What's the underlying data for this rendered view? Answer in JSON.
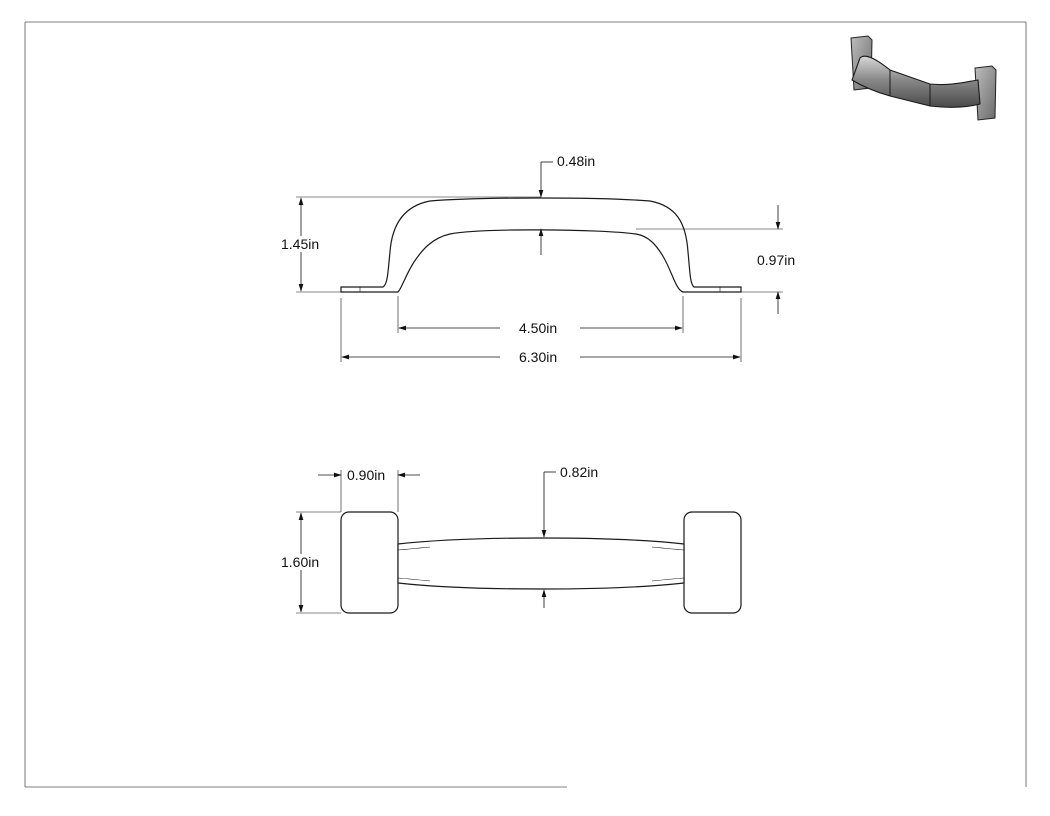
{
  "drawing": {
    "colors": {
      "line": "#111111",
      "part_fill": "#ffffff",
      "shaded_metal": "#7a7a7a"
    },
    "front_view": {
      "dim_top_thickness": "0.48in",
      "dim_overall_height": "1.45in",
      "dim_inner_height": "0.97in",
      "dim_hole_spacing": "4.50in",
      "dim_overall_length": "6.30in"
    },
    "top_view": {
      "dim_end_width": "0.90in",
      "dim_grip_width": "0.82in",
      "dim_end_height": "1.60in"
    },
    "iso_view": {
      "icon": "handle-isometric-icon"
    }
  }
}
